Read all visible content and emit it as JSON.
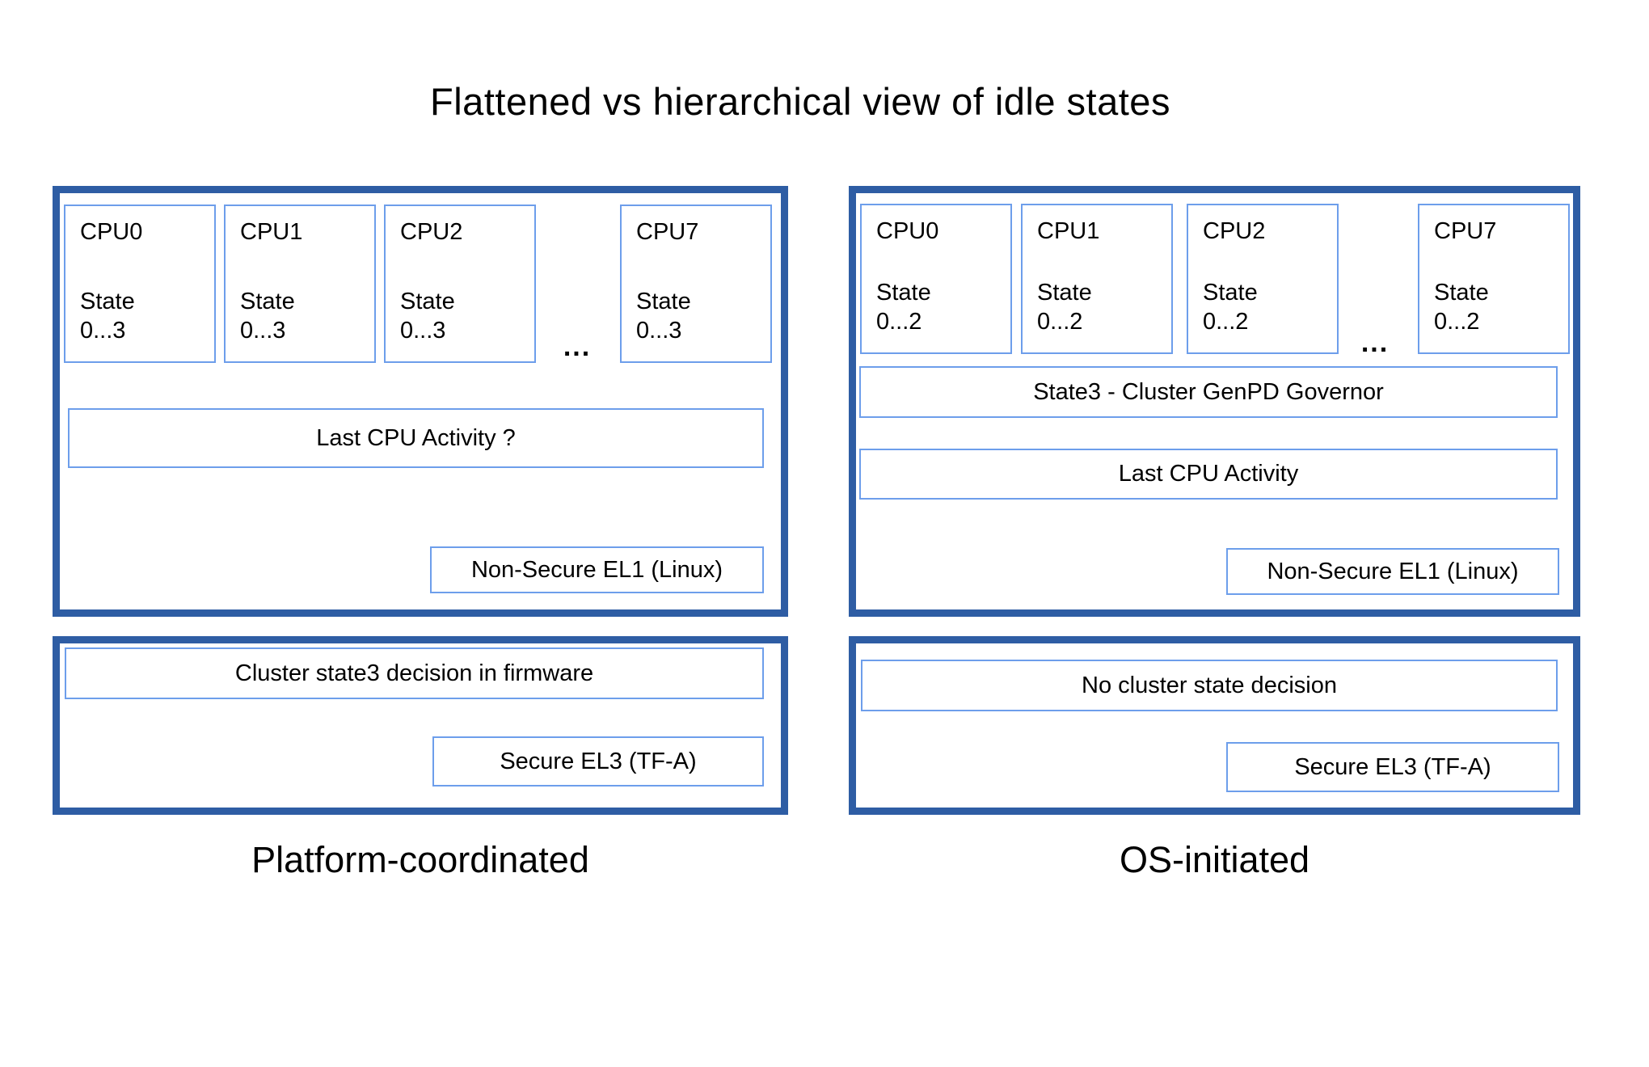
{
  "title": "Flattened vs hierarchical view of idle states",
  "colors": {
    "panel_border": "#2e5da4",
    "box_border": "#6d9eeb",
    "background": "#ffffff",
    "text": "#000000"
  },
  "left": {
    "caption": "Platform-coordinated",
    "top_panel": {
      "cpus": [
        {
          "label": "CPU0",
          "state_word": "State",
          "state_range": "0...3"
        },
        {
          "label": "CPU1",
          "state_word": "State",
          "state_range": "0...3"
        },
        {
          "label": "CPU2",
          "state_word": "State",
          "state_range": "0...3"
        },
        {
          "label": "CPU7",
          "state_word": "State",
          "state_range": "0...3"
        }
      ],
      "ellipsis": "...",
      "activity_label": "Last CPU Activity ?",
      "el_label": "Non-Secure EL1 (Linux)"
    },
    "bottom_panel": {
      "decision_label": "Cluster state3 decision in firmware",
      "el_label": "Secure EL3 (TF-A)"
    }
  },
  "right": {
    "caption": "OS-initiated",
    "top_panel": {
      "cpus": [
        {
          "label": "CPU0",
          "state_word": "State",
          "state_range": "0...2"
        },
        {
          "label": "CPU1",
          "state_word": "State",
          "state_range": "0...2"
        },
        {
          "label": "CPU2",
          "state_word": "State",
          "state_range": "0...2"
        },
        {
          "label": "CPU7",
          "state_word": "State",
          "state_range": "0...2"
        }
      ],
      "ellipsis": "...",
      "governor_label": "State3 - Cluster GenPD Governor",
      "activity_label": "Last CPU Activity",
      "el_label": "Non-Secure EL1 (Linux)"
    },
    "bottom_panel": {
      "decision_label": "No cluster state decision",
      "el_label": "Secure EL3 (TF-A)"
    }
  }
}
